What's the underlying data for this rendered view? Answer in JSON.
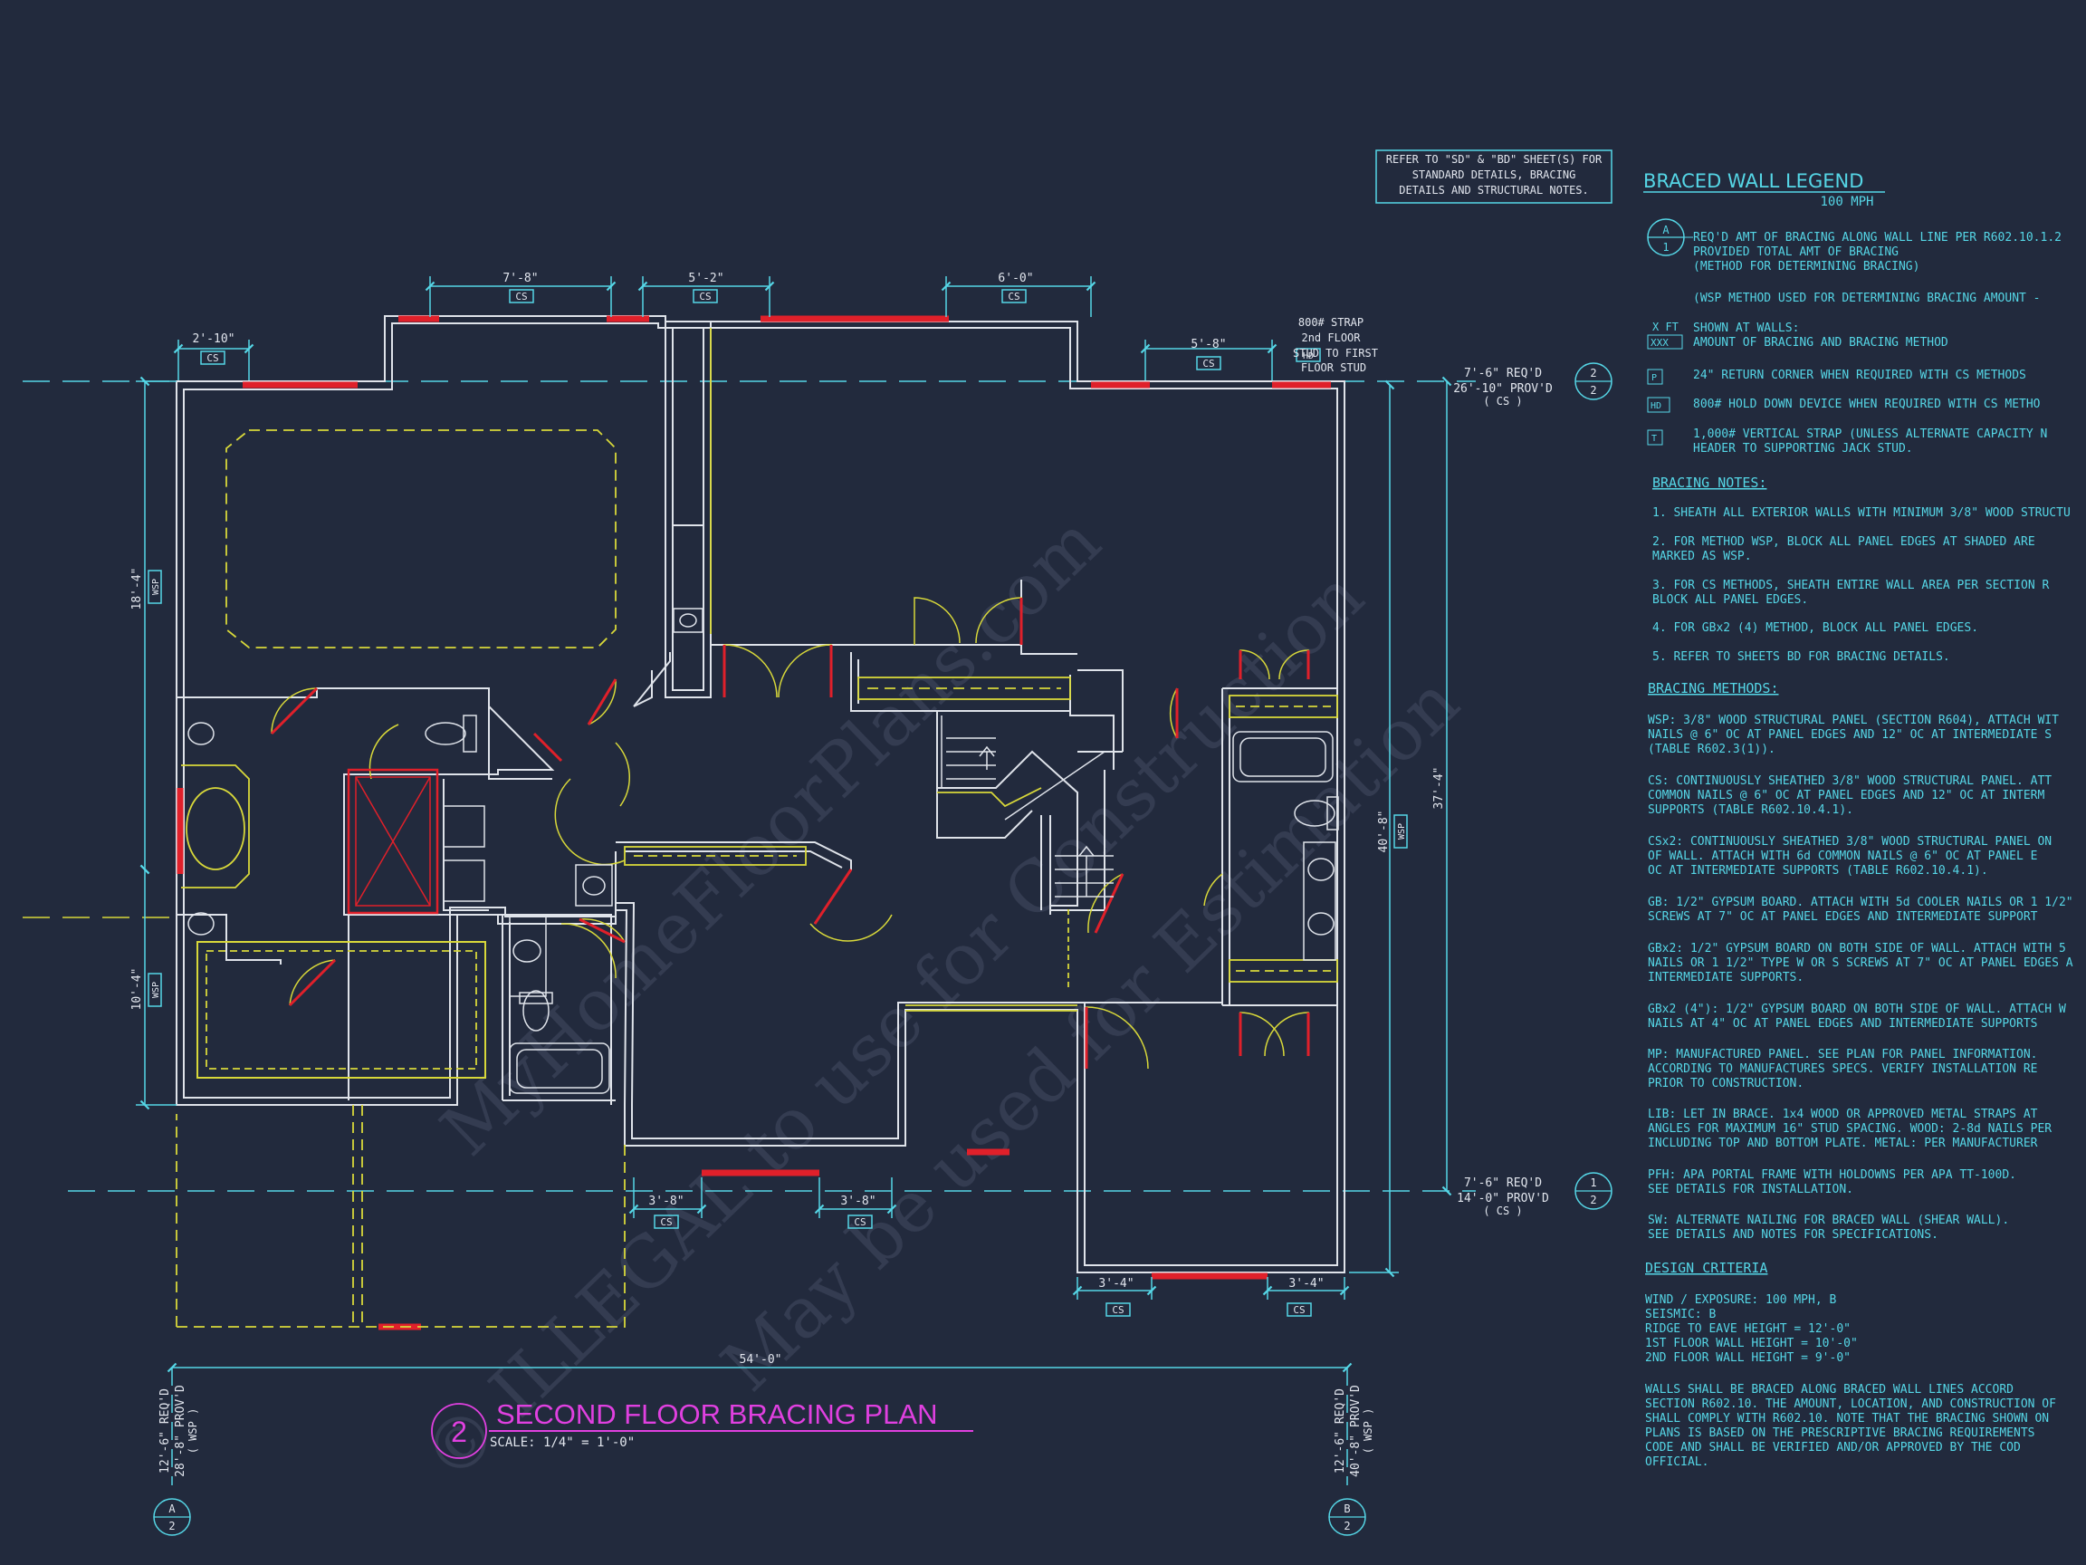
{
  "watermark": {
    "line1": "© ILLEGAL to use for Construction",
    "line2": "MyHomeFloorPlans.com",
    "line3": "May be used for Estimation"
  },
  "reference_note": [
    "REFER TO \"SD\" & \"BD\" SHEET(S) FOR",
    "STANDARD DETAILS, BRACING",
    "DETAILS AND STRUCTURAL NOTES."
  ],
  "plan_title": {
    "number": "2",
    "title": "SECOND FLOOR BRACING PLAN",
    "scale": "SCALE: 1/4\" = 1'-0\""
  },
  "dimensions": {
    "top1": "7'-8\"",
    "top1_method": "CS",
    "top2": "5'-2\"",
    "top2_method": "CS",
    "top3": "6'-0\"",
    "top3_method": "CS",
    "left_top": "2'-10\"",
    "left_top_method": "CS",
    "right_top": "5'-8\"",
    "right_top_method": "CS",
    "bottom1": "3'-8\"",
    "bottom1_method": "CS",
    "bottom2": "3'-8\"",
    "bottom2_method": "CS",
    "bottom3": "3'-4\"",
    "bottom3_method": "CS",
    "bottom4": "3'-4\"",
    "bottom4_method": "CS",
    "overall_width": "54'-0\"",
    "left_upper": "18'-4\"",
    "left_upper_method": "WSP",
    "left_lower": "10'-4\"",
    "left_lower_method": "WSP",
    "right_inner": "40'-8\"",
    "right_inner_method": "WSP",
    "right_outer": "37'-4\""
  },
  "strap_note": [
    "800# STRAP",
    "2nd FLOOR",
    "STUD TO FIRST",
    "FLOOR STUD"
  ],
  "hd_tag": "HD",
  "wall_lines": {
    "line2": {
      "req": "7'-6\" REQ'D",
      "prov": "26'-10\" PROV'D",
      "method": "( CS )",
      "top": "2",
      "bottom": "2"
    },
    "line1": {
      "req": "7'-6\" REQ'D",
      "prov": "14'-0\" PROV'D",
      "method": "( CS )",
      "top": "1",
      "bottom": "2"
    },
    "lineA": {
      "req": "12'-6\" REQ'D",
      "prov": "28'-8\" PROV'D",
      "method": "( WSP )",
      "top": "A",
      "bottom": "2"
    },
    "lineB": {
      "req": "12'-6\" REQ'D",
      "prov": "40'-8\" PROV'D",
      "method": "( WSP )",
      "top": "B",
      "bottom": "2"
    }
  },
  "legend": {
    "title": "BRACED WALL LEGEND",
    "subtitle": "100 MPH",
    "bubble_top": "A",
    "bubble_bottom": "1",
    "bubble_text": [
      "REQ'D AMT OF BRACING ALONG WALL LINE PER R602.10.1.2",
      "PROVIDED TOTAL AMT OF BRACING",
      "(METHOD FOR DETERMINING BRACING)"
    ],
    "wsp_line": "(WSP METHOD USED FOR DETERMINING BRACING AMOUNT -",
    "xft_label": "X FT",
    "xxx_label": "XXX",
    "xft_text": [
      "SHOWN AT WALLS:",
      "AMOUNT OF BRACING AND BRACING METHOD"
    ],
    "p_tag": "P",
    "p_text": "24\" RETURN CORNER WHEN REQUIRED WITH CS METHODS",
    "hd_tag": "HD",
    "hd_text": "800# HOLD DOWN DEVICE WHEN REQUIRED WITH CS METHO",
    "t_tag": "T",
    "t_text": [
      "1,000# VERTICAL STRAP (UNLESS ALTERNATE CAPACITY N",
      "HEADER TO SUPPORTING JACK STUD."
    ]
  },
  "bracing_notes": {
    "heading": "BRACING NOTES:",
    "items": [
      [
        "1. SHEATH ALL EXTERIOR WALLS WITH MINIMUM 3/8\" WOOD STRUCTU"
      ],
      [
        "2. FOR METHOD WSP, BLOCK ALL PANEL EDGES AT SHADED ARE",
        "MARKED AS WSP."
      ],
      [
        "3. FOR CS METHODS, SHEATH ENTIRE WALL AREA PER SECTION R",
        "BLOCK ALL PANEL EDGES."
      ],
      [
        "4. FOR GBx2 (4) METHOD, BLOCK ALL PANEL EDGES."
      ],
      [
        "5. REFER TO SHEETS BD FOR BRACING DETAILS."
      ]
    ]
  },
  "bracing_methods": {
    "heading": "BRACING METHODS:",
    "items": [
      [
        "WSP: 3/8\" WOOD STRUCTURAL PANEL (SECTION R604), ATTACH WIT",
        "NAILS @ 6\" OC AT PANEL EDGES AND 12\" OC AT INTERMEDIATE S",
        "(TABLE R602.3(1))."
      ],
      [
        "CS: CONTINUOUSLY SHEATHED 3/8\" WOOD STRUCTURAL PANEL. ATT",
        "COMMON NAILS @ 6\" OC AT PANEL EDGES AND 12\" OC AT INTERM",
        "SUPPORTS (TABLE R602.10.4.1)."
      ],
      [
        "CSx2: CONTINUOUSLY SHEATHED 3/8\" WOOD STRUCTURAL PANEL ON",
        "OF WALL. ATTACH WITH 6d COMMON NAILS @ 6\" OC AT PANEL E",
        "OC AT INTERMEDIATE SUPPORTS (TABLE R602.10.4.1)."
      ],
      [
        "GB: 1/2\" GYPSUM BOARD. ATTACH WITH 5d COOLER NAILS OR 1 1/2\"",
        "SCREWS AT 7\" OC AT PANEL EDGES AND INTERMEDIATE SUPPORT"
      ],
      [
        "GBx2: 1/2\" GYPSUM BOARD ON BOTH SIDE OF WALL. ATTACH WITH 5",
        "NAILS OR 1 1/2\" TYPE W OR S SCREWS AT 7\" OC AT PANEL EDGES A",
        "INTERMEDIATE SUPPORTS."
      ],
      [
        "GBx2 (4\"): 1/2\" GYPSUM BOARD ON BOTH SIDE OF WALL. ATTACH W",
        "NAILS AT 4\" OC AT PANEL EDGES AND INTERMEDIATE SUPPORTS"
      ],
      [
        "MP: MANUFACTURED PANEL. SEE PLAN FOR PANEL INFORMATION.",
        "ACCORDING TO MANUFACTURES SPECS. VERIFY INSTALLATION RE",
        "PRIOR TO CONSTRUCTION."
      ],
      [
        "LIB: LET IN BRACE. 1x4 WOOD OR APPROVED METAL STRAPS AT",
        "ANGLES FOR MAXIMUM 16\" STUD SPACING. WOOD: 2-8d NAILS PER",
        "INCLUDING TOP AND BOTTOM PLATE. METAL: PER MANUFACTURER"
      ],
      [
        "PFH: APA PORTAL FRAME WITH HOLDOWNS PER APA TT-100D.",
        "SEE DETAILS FOR INSTALLATION."
      ],
      [
        "SW: ALTERNATE NAILING FOR BRACED WALL (SHEAR WALL).",
        "SEE DETAILS AND NOTES FOR SPECIFICATIONS."
      ]
    ]
  },
  "design_criteria": {
    "heading": "DESIGN CRITERIA",
    "items": [
      "WIND / EXPOSURE:  100 MPH, B",
      "SEISMIC:  B",
      "RIDGE TO EAVE HEIGHT = 12'-0\"",
      "1ST FLOOR WALL HEIGHT = 10'-0\"",
      "2ND FLOOR WALL HEIGHT = 9'-0\""
    ],
    "paragraph": [
      "WALLS SHALL BE BRACED ALONG BRACED WALL LINES ACCORD",
      "SECTION R602.10. THE AMOUNT, LOCATION, AND CONSTRUCTION OF",
      "SHALL COMPLY WITH R602.10. NOTE THAT THE BRACING SHOWN ON",
      "PLANS IS BASED ON THE PRESCRIPTIVE BRACING REQUIREMENTS",
      "CODE AND SHALL BE VERIFIED AND/OR APPROVED BY THE COD",
      "OFFICIAL."
    ]
  },
  "colors": {
    "background": "#222a3d",
    "walls": "#dfe3ea",
    "dimensions": "#55d6e6",
    "braced_panels": "#e0202a",
    "fixtures": "#d8d83a",
    "title": "#e040e0"
  }
}
